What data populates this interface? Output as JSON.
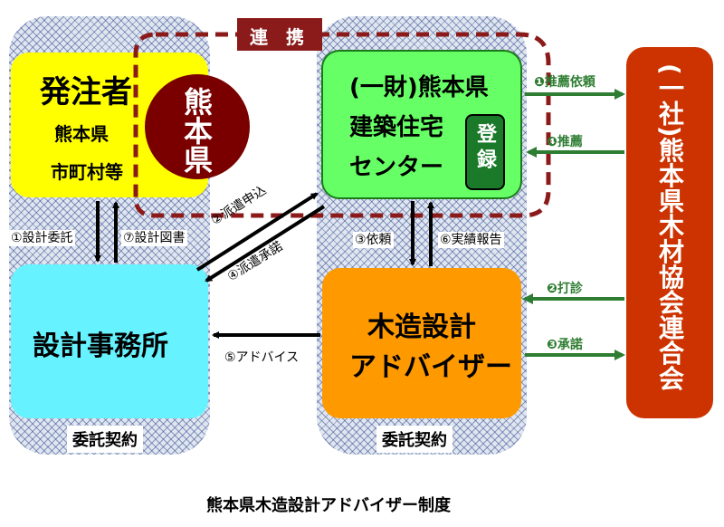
{
  "colors": {
    "client": "#ffff00",
    "office": "#66f2ff",
    "center": "#66ff66",
    "advisor": "#ff9900",
    "association": "#cc3300",
    "prefecture": "#7a0000",
    "cooperation_border": "#8b1a1a",
    "arrow_green": "#2e7d32",
    "arrow_black": "#000000"
  },
  "cooperation": {
    "label": "連　携"
  },
  "client": {
    "title": "発注者",
    "line1": "熊本県",
    "line2": "市町村等"
  },
  "prefecture": {
    "label": "熊本県"
  },
  "center": {
    "line1": "(一財)熊本県",
    "line2": "建築住宅",
    "line3": "センター",
    "register": "登録"
  },
  "association": {
    "label": "(一社)熊本県木材協会連合会"
  },
  "office": {
    "label": "設計事務所"
  },
  "advisor": {
    "line1": "木造設計",
    "line2": "アドバイザー"
  },
  "contracts": {
    "left": "委託契約",
    "right": "委託契約"
  },
  "steps": {
    "s1": "①設計委託",
    "s7": "⑦設計図書",
    "s2": "②派遣申込",
    "s4": "④派遣承諾",
    "s3": "③依頼",
    "s6": "⑥実績報告",
    "s5": "⑤アドバイス",
    "g1": "❶推薦依頼",
    "g4": "❹推薦",
    "g2": "❷打診",
    "g3": "❸承諾"
  },
  "caption": "熊本県木造設計アドバイザー制度"
}
